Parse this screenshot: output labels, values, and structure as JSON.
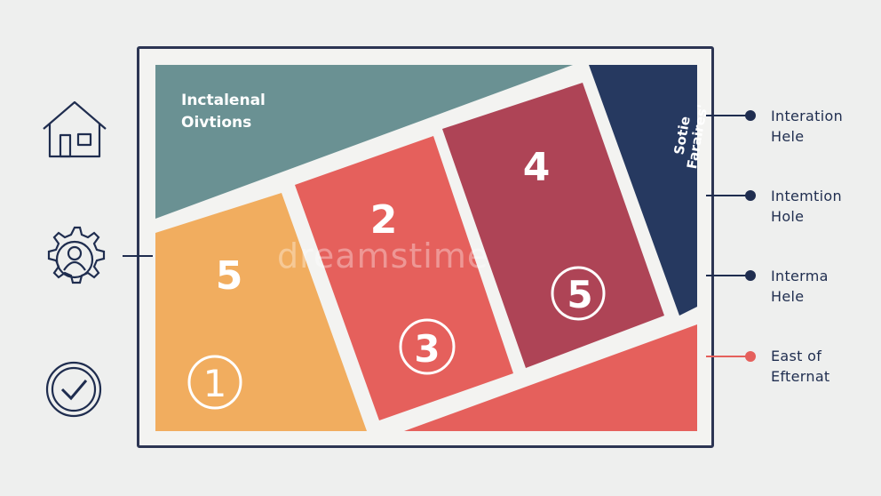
{
  "header_panel": {
    "line1": "Inctalenal",
    "line2": "Oivtions"
  },
  "side_panel": {
    "line1": "Sotie",
    "line2": "Faraires'"
  },
  "blocks": [
    {
      "big": "5",
      "circled": "1",
      "color": "#f1ad5f"
    },
    {
      "big": "2",
      "circled": "3",
      "color": "#e5605c"
    },
    {
      "big": "4",
      "circled": "5",
      "color": "#ae4456"
    }
  ],
  "colors": {
    "header": "#6a9193",
    "side": "#263960",
    "bottom": "#e5605c",
    "outline": "#2c3553",
    "accent_line": "#e5605c"
  },
  "callouts": [
    {
      "line1": "Interation",
      "line2": "Hele"
    },
    {
      "line1": "Intemtion",
      "line2": "Hole"
    },
    {
      "line1": "Interma",
      "line2": "Hele"
    },
    {
      "line1": "East of",
      "line2": "Efternat"
    }
  ],
  "left_icons": [
    "house-icon",
    "gear-person-icon",
    "checkmark-badge-icon"
  ],
  "watermark": "dreamstime"
}
